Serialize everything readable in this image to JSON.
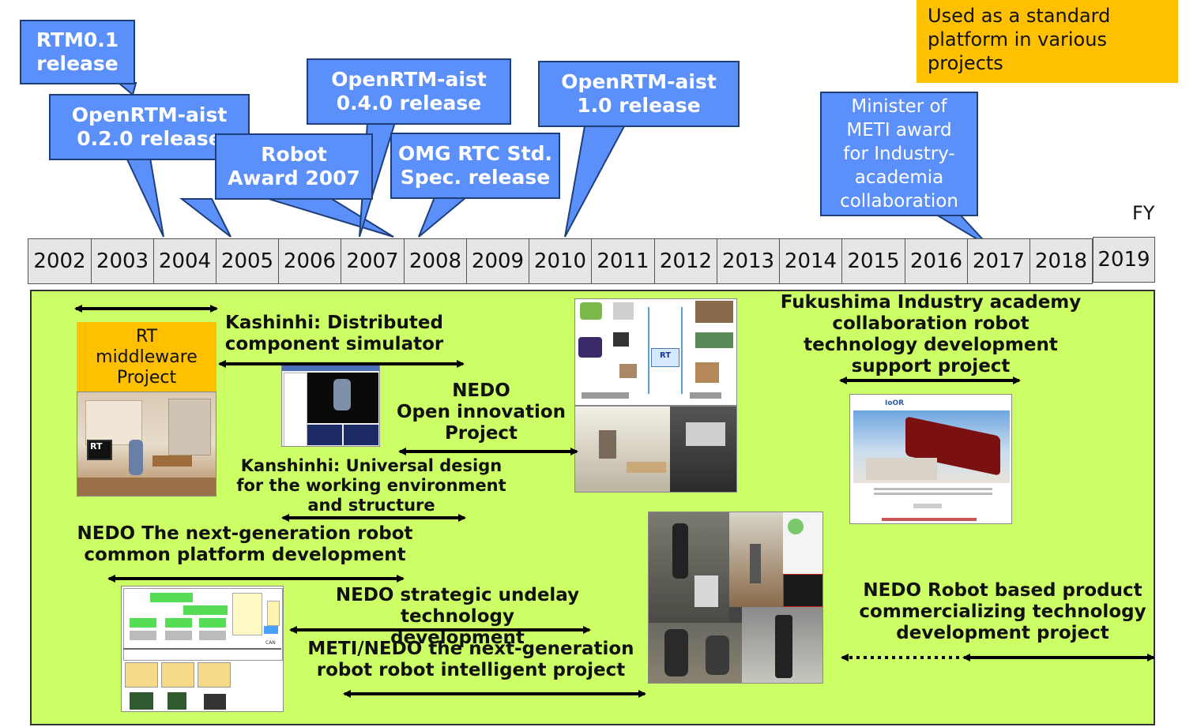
{
  "callouts": {
    "rtm01": "RTM0.1\nrelease",
    "oa020": "OpenRTM-aist\n0.2.0 release",
    "award2007": "Robot\nAward 2007",
    "oa040": "OpenRTM-aist\n0.4.0 release",
    "omg": "OMG RTC Std.\nSpec. release",
    "oa10": "OpenRTM-aist\n1.0 release",
    "meti": "Minister of\nMETI award\nfor Industry-\nacademia\ncollaboration"
  },
  "note": "Used as a standard\nplatform in various\nprojects",
  "fy": "FY",
  "years": [
    "2002",
    "2003",
    "2004",
    "2005",
    "2006",
    "2007",
    "2008",
    "2009",
    "2010",
    "2011",
    "2012",
    "2013",
    "2014",
    "2015",
    "2016",
    "2017",
    "2018",
    "2019"
  ],
  "projects": {
    "rt_middleware": "RT\nmiddleware\nProject",
    "kashinhi": "Kashinhi: Distributed\ncomponent simulator",
    "nedo_open": "NEDO\nOpen innovation\nProject",
    "kanshinhi": "Kanshinhi: Universal design\nfor the working environment\nand structure",
    "nedo_nextgen": "NEDO  The next-generation robot\ncommon platform development",
    "nedo_strategic": "NEDO strategic undelay technology\ndevelopment",
    "meti_nedo": "METI/NEDO the next-generation\nrobot robot intelligent project",
    "fukushima": "Fukushima Industry academy\ncollaboration robot\ntechnology development\nsupport project",
    "nedo_robot": "NEDO Robot based product\ncommercializing technology\ndevelopment project"
  },
  "photos": {
    "room_logo": "RT",
    "diagram_rt": "RT",
    "website_logo": "IoOR",
    "can_label": "CAN"
  },
  "colors": {
    "callout_fill": "#5b8ff9",
    "callout_border": "#1f3f7a",
    "note_fill": "#ffc000",
    "project_area": "#ccff66",
    "rt_project_fill": "#ffc000"
  }
}
